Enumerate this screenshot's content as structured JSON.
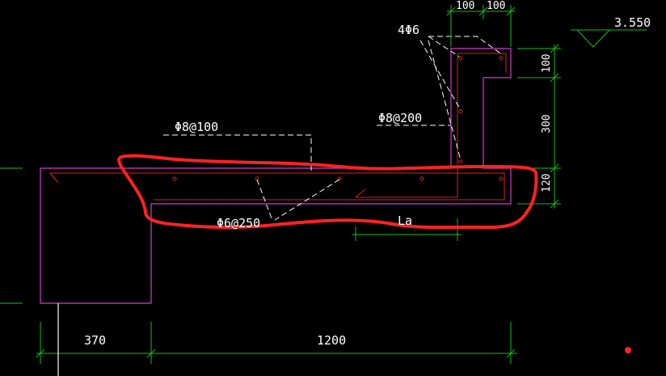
{
  "colors": {
    "background": "#000000",
    "outline": "#d23cd2",
    "rebar": "#e02020",
    "dimension": "#16c016",
    "leader": "#ffffff",
    "markup": "#ff2222"
  },
  "labels": {
    "bars_top": "4Φ6",
    "stirrup_upturn": "Φ8@200",
    "top_bar": "Φ8@100",
    "distribution_bar": "Φ6@250",
    "anchorage": "La",
    "elevation": "3.550"
  },
  "dimensions": {
    "top_left": "100",
    "top_right": "100",
    "right_top": "100",
    "right_middle": "300",
    "right_bottom": "120",
    "bottom_left": "370",
    "bottom_right": "1200"
  }
}
